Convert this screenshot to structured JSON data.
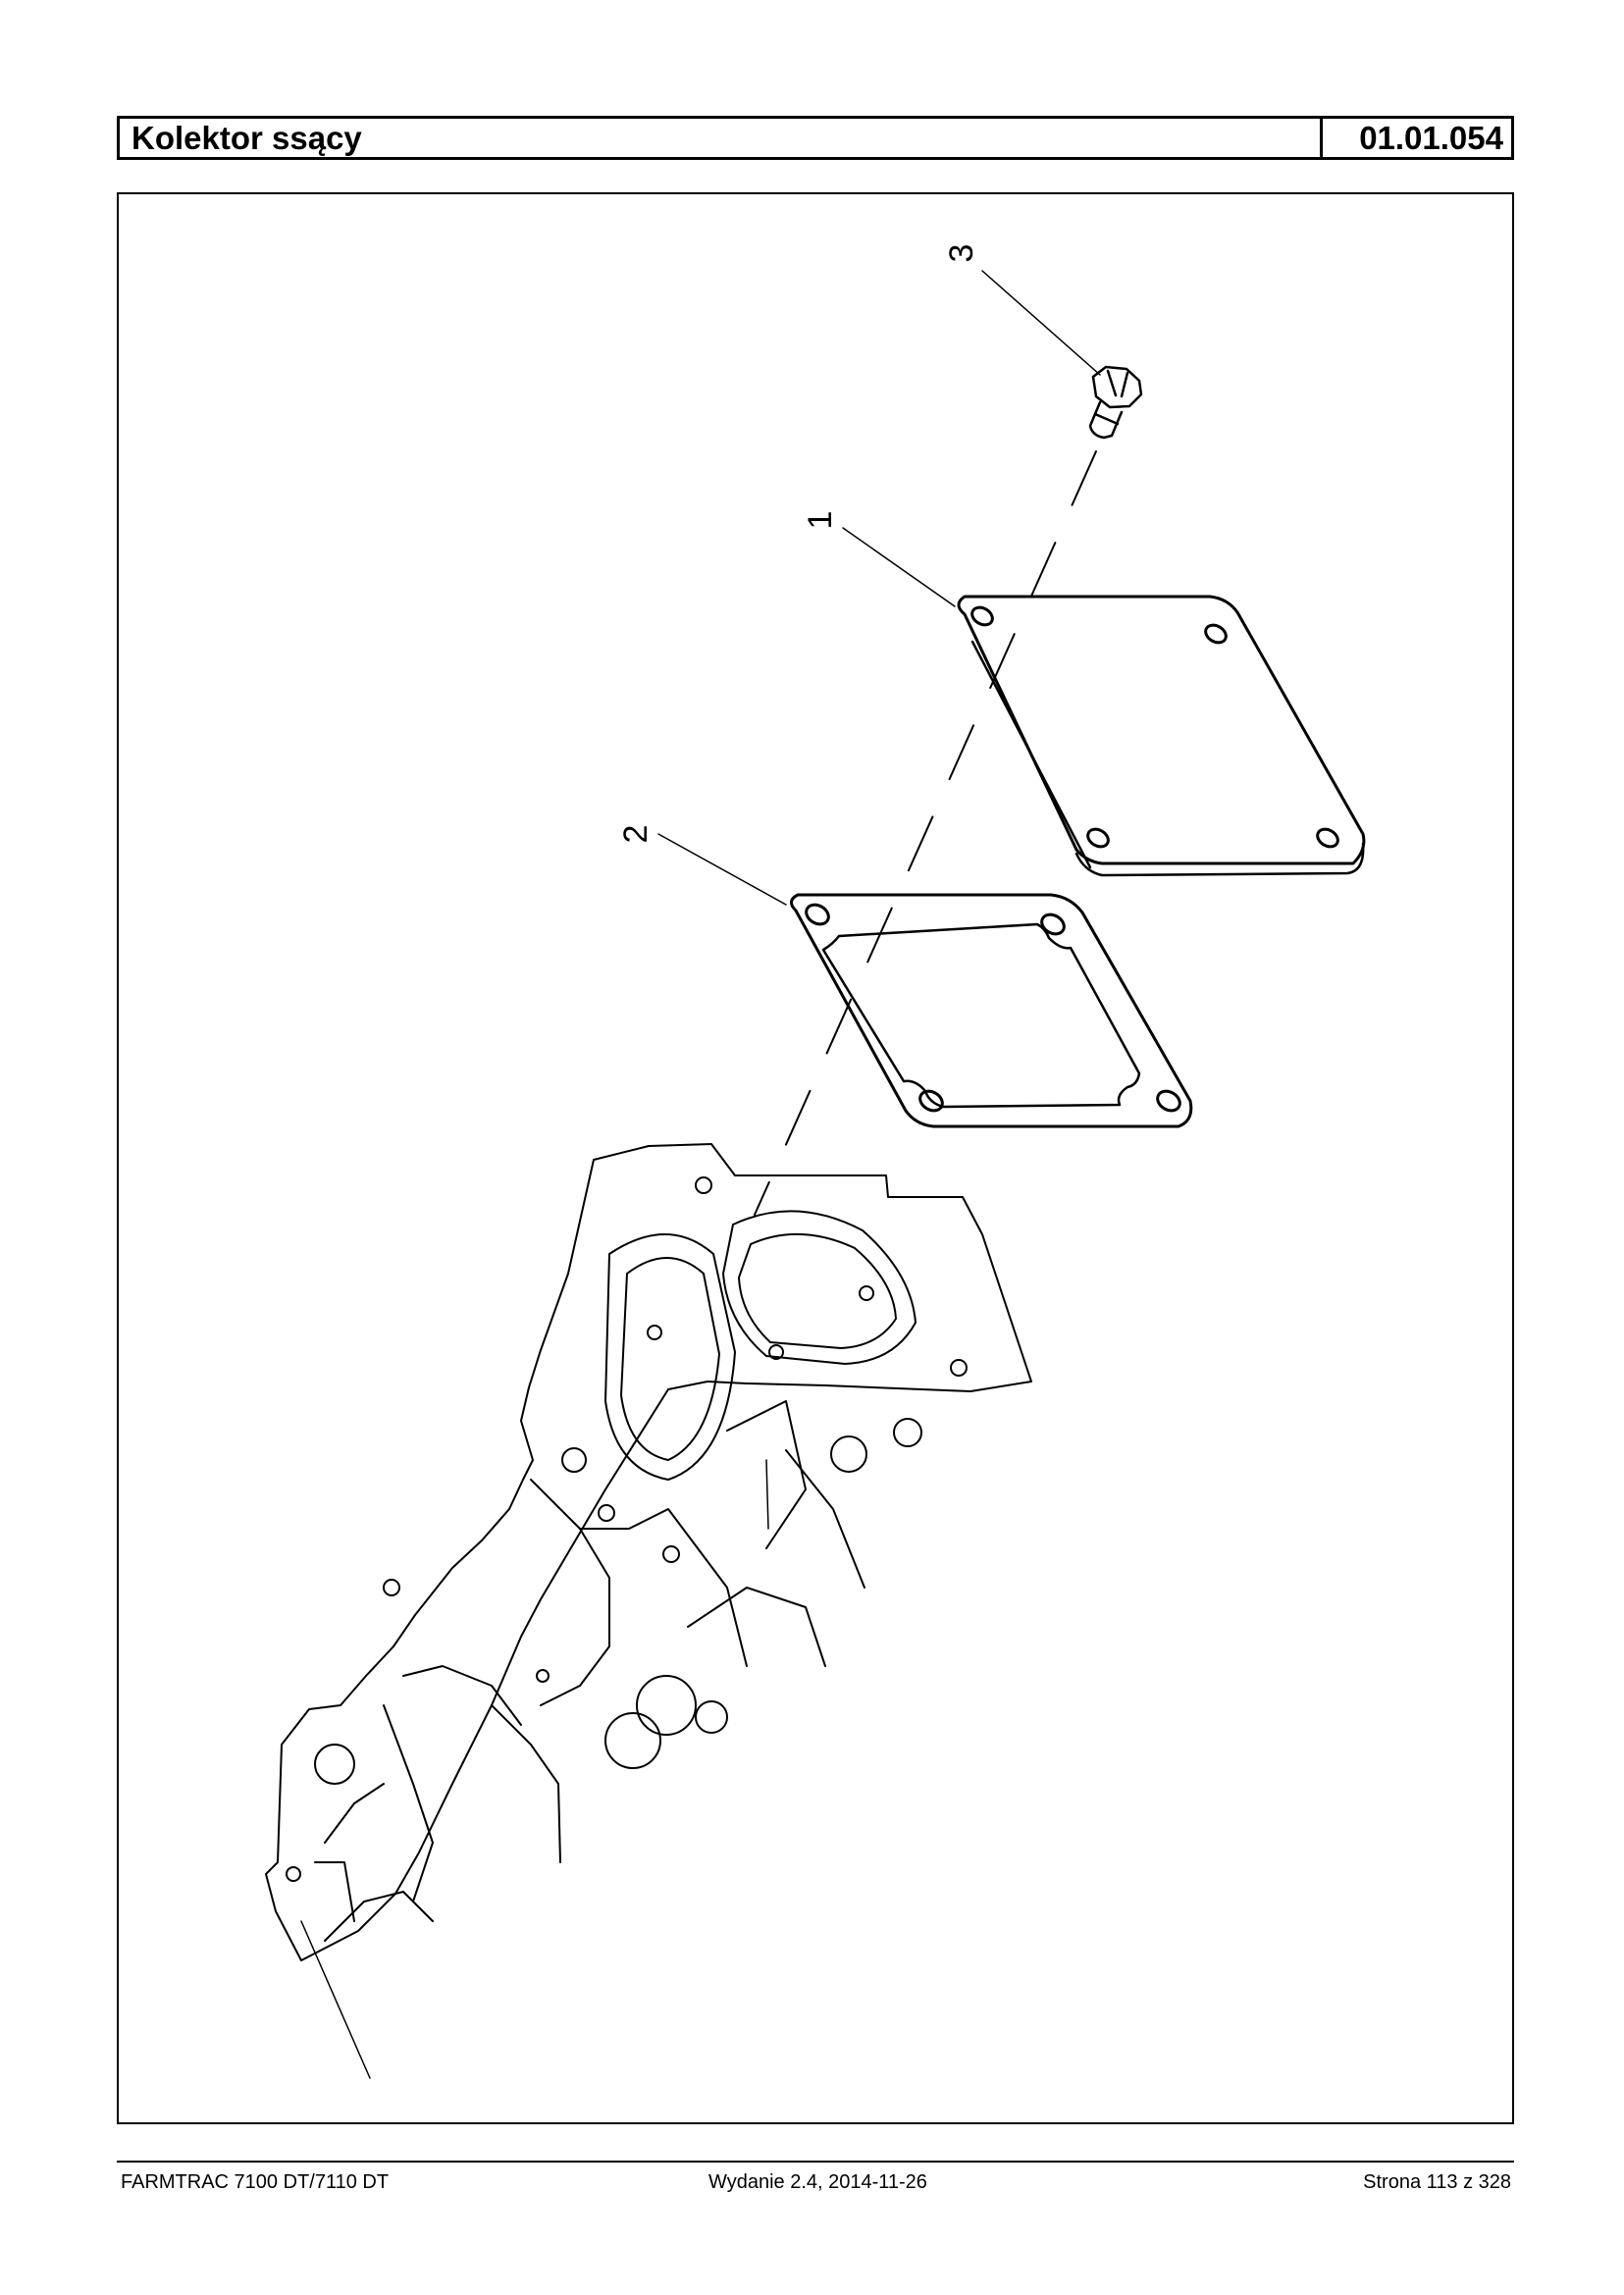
{
  "header": {
    "title": "Kolektor ssący",
    "code": "01.01.054"
  },
  "diagram": {
    "callouts": [
      {
        "label": "1"
      },
      {
        "label": "2"
      },
      {
        "label": "3"
      }
    ]
  },
  "footer": {
    "model": "FARMTRAC 7100 DT/7110 DT",
    "edition": "Wydanie 2.4,  2014-11-26",
    "page": "Strona 113 z 328"
  }
}
